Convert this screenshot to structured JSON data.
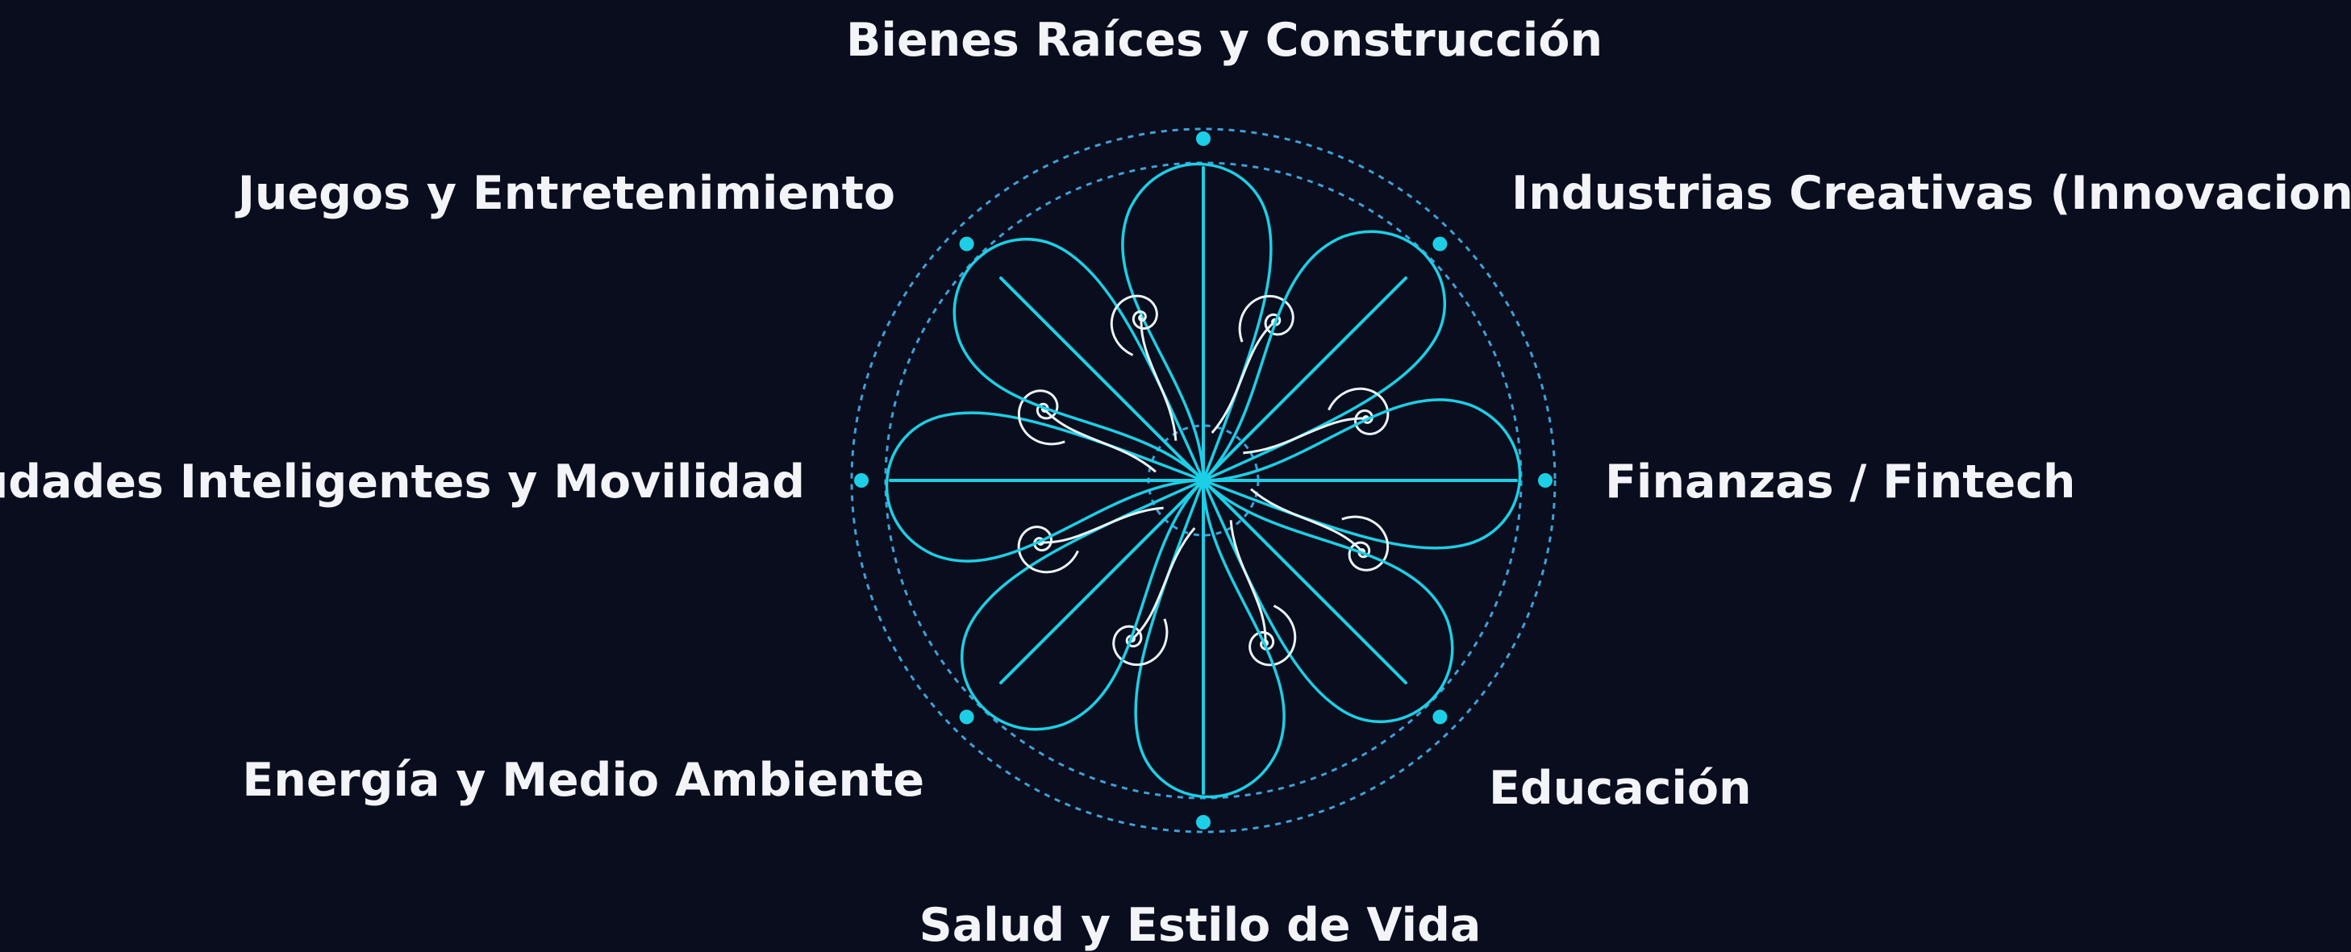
{
  "colors": {
    "background": "#0a0d1d",
    "accent": "#1ccfe6",
    "spiral_light": "#e8f4f8",
    "ring": "#3fa0d8",
    "text": "#f3f4f8"
  },
  "sectors": [
    {
      "id": "bienes-raices",
      "label": "Bienes Raíces y Construcción"
    },
    {
      "id": "industrias-creativas",
      "label": "Industrias Creativas (Innovaciones)"
    },
    {
      "id": "finanzas",
      "label": "Finanzas / Fintech"
    },
    {
      "id": "educacion",
      "label": "Educación"
    },
    {
      "id": "salud",
      "label": "Salud y Estilo de Vida"
    },
    {
      "id": "energia",
      "label": "Energía y Medio Ambiente"
    },
    {
      "id": "ciudades",
      "label": "Ciudades Inteligentes y Movilidad"
    },
    {
      "id": "juegos",
      "label": "Juegos y Entretenimiento"
    }
  ]
}
